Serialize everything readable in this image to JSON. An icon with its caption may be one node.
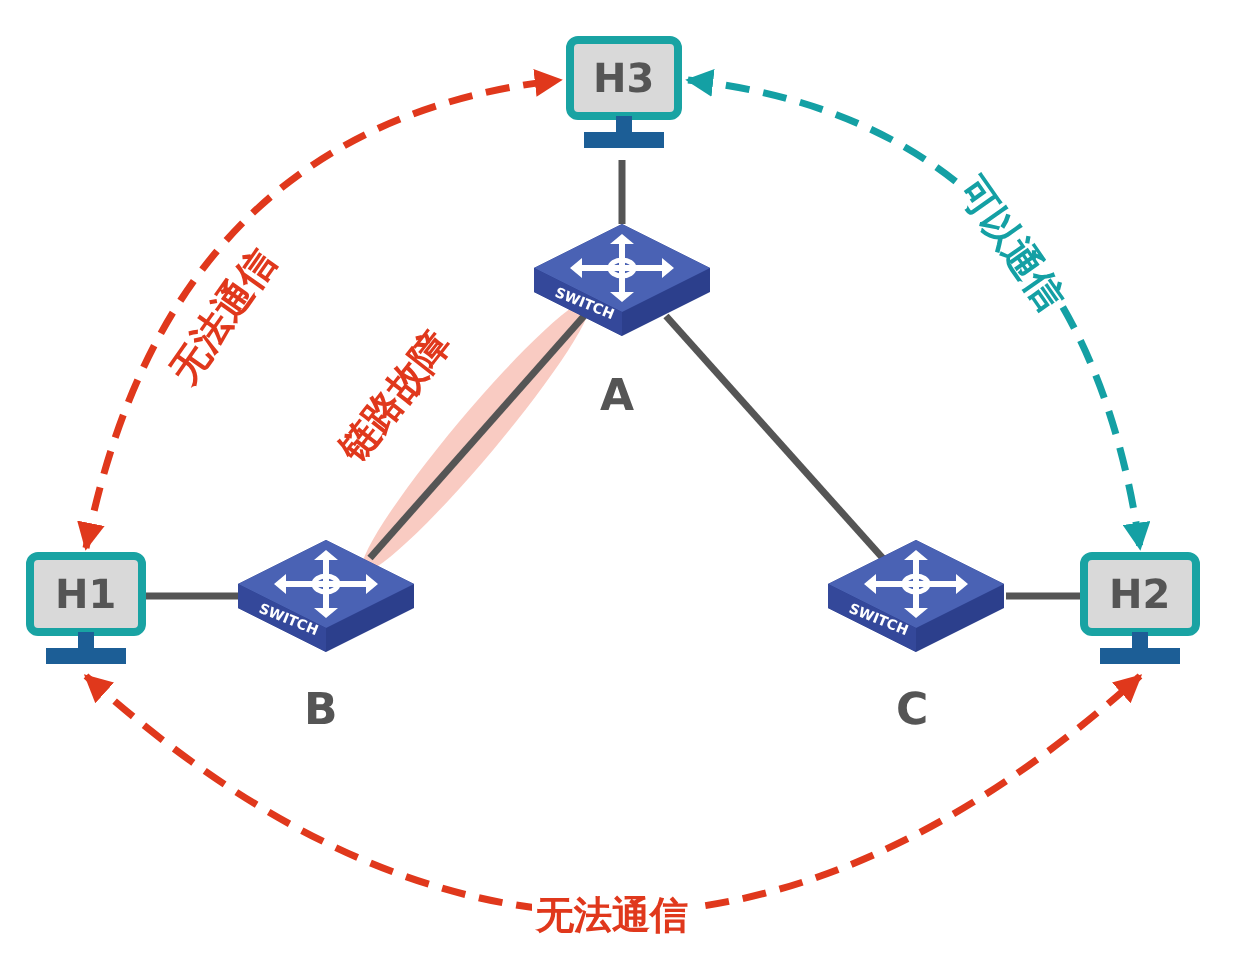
{
  "diagram": {
    "nodes": [
      {
        "text": [
          "H3"
        ]
      },
      {
        "text": [
          "SWITCH"
        ],
        "beside": [
          "A"
        ]
      },
      {
        "text": [
          "H1"
        ]
      },
      {
        "text": [
          "SWITCH"
        ],
        "beside": [
          "B"
        ]
      },
      {
        "text": [
          "SWITCH"
        ],
        "beside": [
          "C"
        ]
      },
      {
        "text": [
          "H2"
        ]
      }
    ],
    "edges": [
      {
        "from": 0,
        "to": 1,
        "arrow": "none"
      },
      {
        "from": 1,
        "to": 3,
        "arrow": "none",
        "label": "链路故障"
      },
      {
        "from": 1,
        "to": 4,
        "arrow": "none"
      },
      {
        "from": 3,
        "to": 2,
        "arrow": "none"
      },
      {
        "from": 4,
        "to": 5,
        "arrow": "none"
      },
      {
        "from": 2,
        "to": 0,
        "arrow": "both",
        "style": "dashed",
        "color": "#e0381c",
        "label": "无法通信"
      },
      {
        "from": 0,
        "to": 5,
        "arrow": "both",
        "style": "dashed",
        "color": "#14a0a4",
        "label": "可以通信"
      },
      {
        "from": 2,
        "to": 5,
        "arrow": "both",
        "style": "dashed",
        "color": "#e0381c",
        "label": "无法通信"
      }
    ]
  }
}
